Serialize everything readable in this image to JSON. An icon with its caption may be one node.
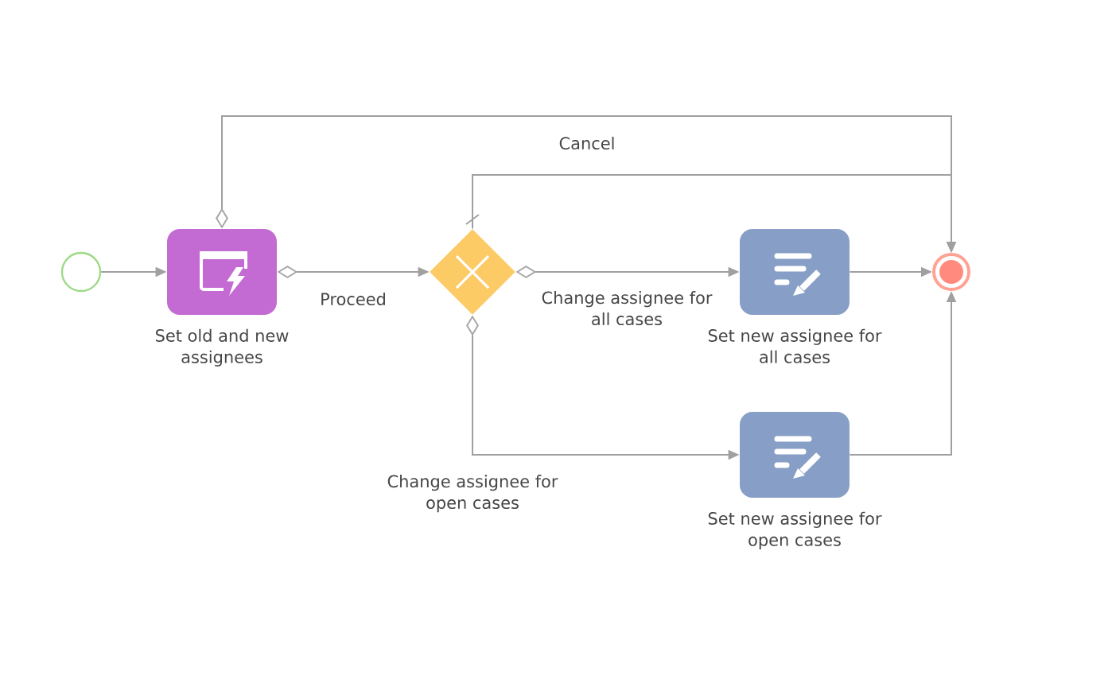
{
  "diagram": {
    "nodes": [
      {
        "text": [],
        "shape": "circle"
      },
      {
        "text": [
          "Set old and new assignees"
        ]
      },
      {
        "text": [],
        "shape": "diamond"
      },
      {
        "text": [
          "Set new assignee for all cases"
        ]
      },
      {
        "text": [
          "Set new assignee for open cases"
        ]
      },
      {
        "text": [],
        "shape": "circle"
      }
    ],
    "edges": [
      {
        "from": 0,
        "to": 1,
        "arrow": "to"
      },
      {
        "from": 1,
        "to": 2,
        "arrow": "to",
        "label": "Proceed"
      },
      {
        "from": 1,
        "to": 5,
        "arrow": "to",
        "label": "Cancel"
      },
      {
        "from": 2,
        "to": 5,
        "arrow": "to"
      },
      {
        "from": 2,
        "to": 3,
        "arrow": "to",
        "label": "Change assignee for all cases"
      },
      {
        "from": 2,
        "to": 4,
        "arrow": "to",
        "label": "Change assignee for open cases"
      },
      {
        "from": 3,
        "to": 5,
        "arrow": "to"
      },
      {
        "from": 4,
        "to": 5,
        "arrow": "to"
      }
    ]
  }
}
